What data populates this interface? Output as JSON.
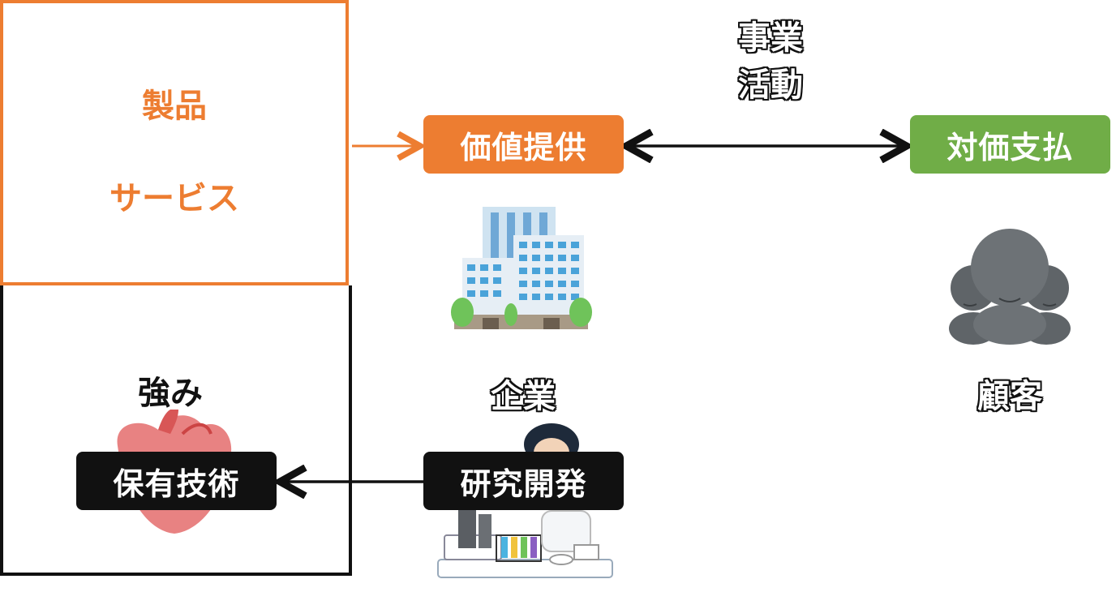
{
  "left_panel": {
    "product_label": "製品",
    "service_label": "サービス",
    "strength_label": "強み"
  },
  "pills": {
    "value_provision": "価値提供",
    "payment": "対価支払",
    "owned_tech": "保有技術",
    "rnd": "研究開発"
  },
  "labels": {
    "business_line1": "事業",
    "business_line2": "活動",
    "company": "企業",
    "customer": "顧客"
  },
  "colors": {
    "orange": "#ED7D31",
    "green": "#70AD47",
    "black": "#111111"
  },
  "icons": {
    "company": "office-building-icon",
    "customer": "customers-group-icon",
    "strength": "heart-icon",
    "researcher": "scientist-icon"
  }
}
